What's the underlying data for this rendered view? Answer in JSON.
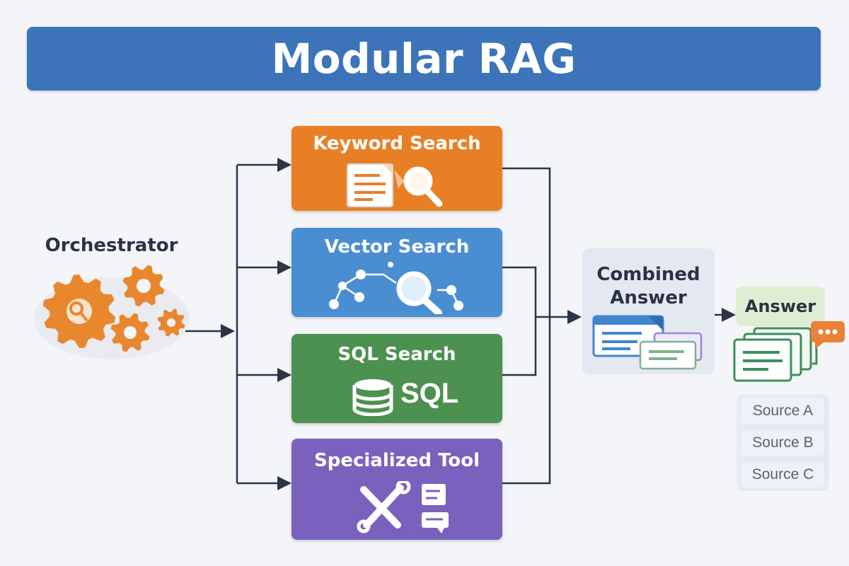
{
  "title": "Modular RAG",
  "orchestrator": {
    "label": "Orchestrator",
    "icon": "gears-icon"
  },
  "modules": [
    {
      "label": "Keyword Search",
      "icon": "document-magnifier-icon"
    },
    {
      "label": "Vector Search",
      "icon": "vector-graph-magnifier-icon"
    },
    {
      "label": "SQL Search",
      "icon": "database-icon",
      "icon_text": "SQL"
    },
    {
      "label": "Specialized Tool",
      "icon": "tools-icon"
    }
  ],
  "combined": {
    "label_line1": "Combined",
    "label_line2": "Answer",
    "icon": "documents-icon"
  },
  "answer": {
    "label": "Answer",
    "icon": "answer-chat-icon"
  },
  "sources": [
    "Source A",
    "Source B",
    "Source C"
  ],
  "colors": {
    "title_bar": "#3c73b9",
    "keyword": "#e97f25",
    "vector": "#4a8ed2",
    "sql": "#4d9150",
    "specialized": "#7a61bd",
    "orchestrator_gear": "#e8872e",
    "arrow": "#2c3447",
    "answer_badge": "#dfeed2",
    "answer_icon": "#3d8f5b"
  }
}
